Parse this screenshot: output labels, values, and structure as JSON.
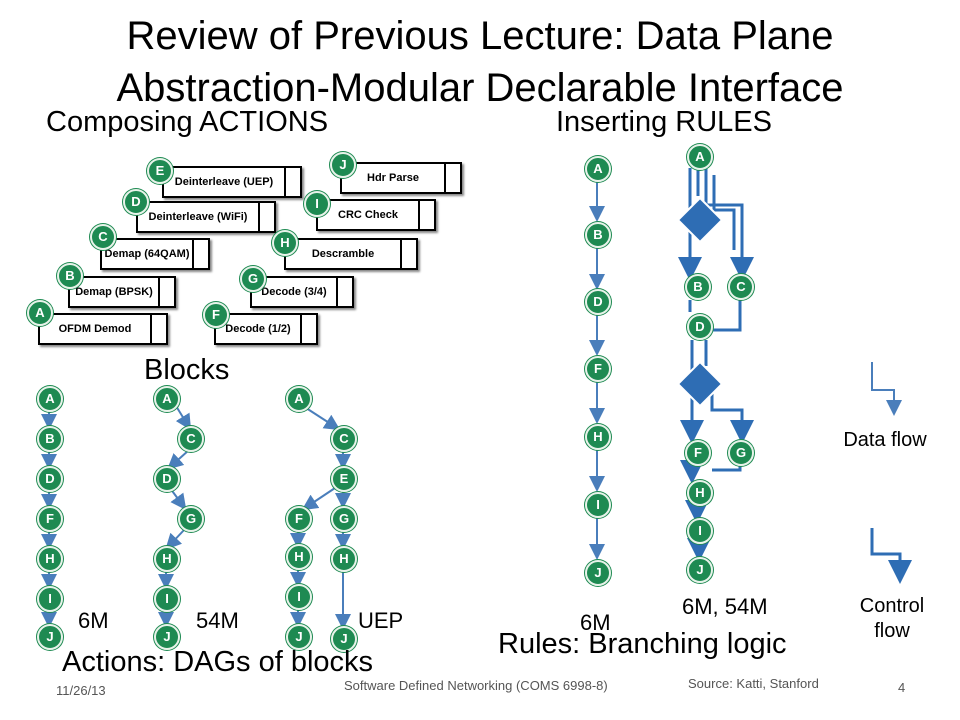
{
  "slide": {
    "title_line1": "Review of Previous Lecture: Data Plane",
    "title_line2": "Abstraction-Modular Declarable Interface",
    "left_heading": "Composing ACTIONS",
    "right_heading": "Inserting  RULES",
    "blocks_label": "Blocks",
    "actions_caption": "Actions: DAGs of blocks",
    "rules_caption": "Rules: Branching logic",
    "dag_labels": {
      "first": "6M",
      "second": "54M",
      "third": "UEP"
    },
    "rule_labels": {
      "linear": "6M",
      "branching": "6M, 54M"
    },
    "legend": {
      "data_flow": "Data flow",
      "control_flow": "Control flow"
    },
    "footer": {
      "date": "11/26/13",
      "course": "Software Defined Networking (COMS 6998-8)",
      "source": "Source: Katti, Stanford",
      "page": "4"
    }
  },
  "blocks": {
    "A": {
      "letter": "A",
      "label": "OFDM Demod"
    },
    "B": {
      "letter": "B",
      "label": "Demap (BPSK)"
    },
    "C": {
      "letter": "C",
      "label": "Demap (64QAM)"
    },
    "D": {
      "letter": "D",
      "label": "Deinterleave (WiFi)"
    },
    "E": {
      "letter": "E",
      "label": "Deinterleave (UEP)"
    },
    "F": {
      "letter": "F",
      "label": "Decode (1/2)"
    },
    "G": {
      "letter": "G",
      "label": "Decode (3/4)"
    },
    "H": {
      "letter": "H",
      "label": "Descramble"
    },
    "I": {
      "letter": "I",
      "label": "CRC Check"
    },
    "J": {
      "letter": "J",
      "label": "Hdr Parse"
    }
  },
  "dags": [
    {
      "name": "6M",
      "nodes": [
        "A",
        "B",
        "D",
        "F",
        "H",
        "I",
        "J"
      ]
    },
    {
      "name": "54M",
      "nodes": [
        "A",
        "C",
        "D",
        "G",
        "H",
        "I",
        "J"
      ]
    },
    {
      "name": "UEP",
      "nodes": [
        "A",
        "C",
        "E",
        "F",
        "G",
        "H",
        "H",
        "I",
        "J",
        "J"
      ]
    }
  ],
  "rules": {
    "linear": [
      "A",
      "B",
      "D",
      "F",
      "H",
      "I",
      "J"
    ],
    "branching": [
      "A",
      "B",
      "C",
      "D",
      "F",
      "G",
      "H",
      "I",
      "J"
    ]
  },
  "colors": {
    "node_green": "#1e8a52",
    "flow_blue": "#2e6db4",
    "arrow_blue": "#4a7ebb"
  }
}
